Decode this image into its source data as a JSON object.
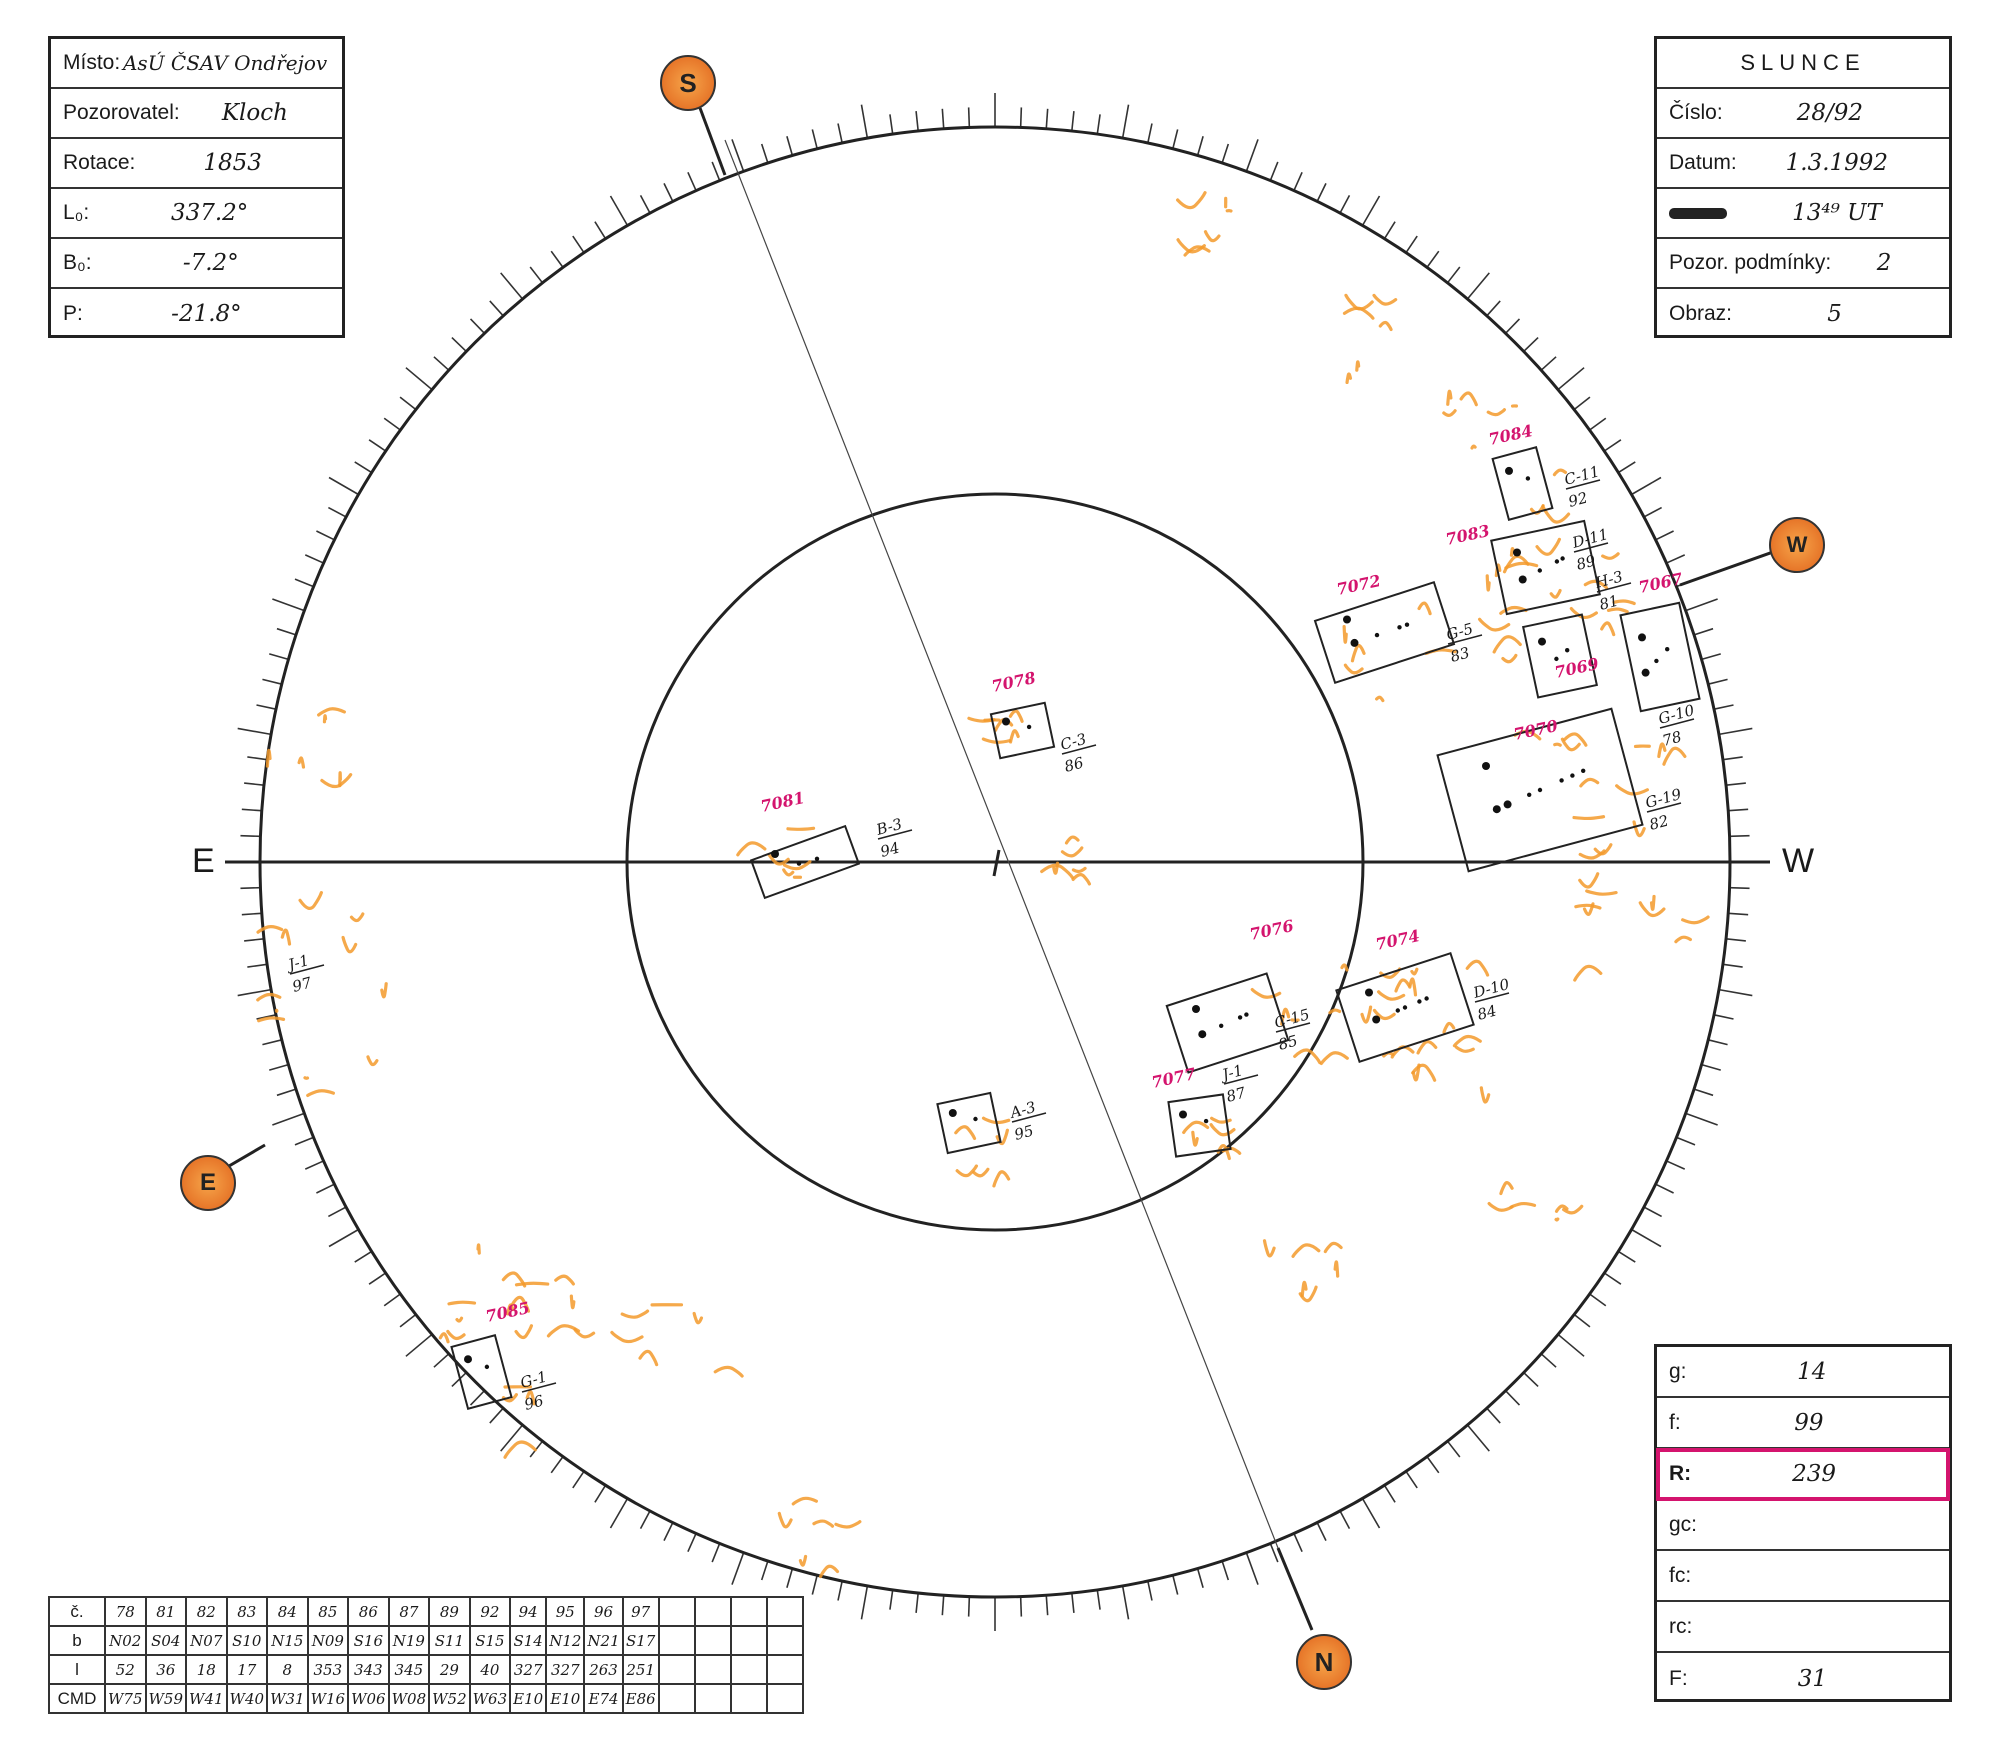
{
  "info_left": {
    "misto_label": "Místo:",
    "misto_value": "AsÚ ČSAV Ondřejov",
    "pozorovatel_label": "Pozorovatel:",
    "pozorovatel_value": "Kloch",
    "rotace_label": "Rotace:",
    "rotace_value": "1853",
    "l0_label": "L₀:",
    "l0_value": "337.2°",
    "b0_label": "B₀:",
    "b0_value": "-7.2°",
    "p_label": "P:",
    "p_value": "-21.8°"
  },
  "info_right": {
    "title": "SLUNCE",
    "cislo_label": "Číslo:",
    "cislo_value": "28/92",
    "datum_label": "Datum:",
    "datum_value": "1.3.1992",
    "cas_value": "13⁴⁹ UT",
    "podminky_label": "Pozor. podmínky:",
    "podminky_value": "2",
    "obraz_label": "Obraz:",
    "obraz_value": "5"
  },
  "stats": {
    "g_label": "g:",
    "g_value": "14",
    "f_label": "f:",
    "f_value": "99",
    "r_label": "R:",
    "r_value": "239",
    "gc_label": "gc:",
    "gc_value": "",
    "fc_label": "fc:",
    "fc_value": "",
    "rc_label": "rc:",
    "rc_value": "",
    "F_label": "F:",
    "F_value": "31"
  },
  "compass": {
    "top": "S",
    "bottom": "N",
    "right": "W",
    "left": "E",
    "axis_left": "E",
    "axis_right": "W",
    "badge_color": "#f28a2e"
  },
  "groups_table": {
    "labels": [
      "č.",
      "b",
      "l",
      "CMD"
    ],
    "c": [
      "78",
      "81",
      "82",
      "83",
      "84",
      "85",
      "86",
      "87",
      "89",
      "92",
      "94",
      "95",
      "96",
      "97",
      "",
      "",
      "",
      ""
    ],
    "b": [
      "N02",
      "S04",
      "N07",
      "S10",
      "N15",
      "N09",
      "S16",
      "N19",
      "S11",
      "S15",
      "S14",
      "N12",
      "N21",
      "S17",
      "",
      "",
      "",
      ""
    ],
    "l": [
      "52",
      "36",
      "18",
      "17",
      "8",
      "353",
      "343",
      "345",
      "29",
      "40",
      "327",
      "327",
      "263",
      "251",
      "",
      "",
      "",
      ""
    ],
    "cmd": [
      "W75",
      "W59",
      "W41",
      "W40",
      "W31",
      "W16",
      "W06",
      "W08",
      "W52",
      "W63",
      "E10",
      "E10",
      "E74",
      "E86",
      "",
      "",
      "",
      ""
    ]
  },
  "groups": [
    {
      "noaa": "7078",
      "class": "C-3",
      "num": "86"
    },
    {
      "noaa": "7081",
      "class": "B-3",
      "num": "94"
    },
    {
      "noaa": "7072",
      "class": "G-5",
      "num": "83"
    },
    {
      "noaa": "7084",
      "class": "C-11",
      "num": "92"
    },
    {
      "noaa": "7083",
      "class": "D-11",
      "num": "89"
    },
    {
      "noaa": "7069",
      "class": "H-3",
      "num": "81"
    },
    {
      "noaa": "7067",
      "class": "G-10",
      "num": "78"
    },
    {
      "noaa": "7070",
      "class": "G-19",
      "num": "82"
    },
    {
      "noaa": "7076",
      "class": "C-15",
      "num": "85"
    },
    {
      "noaa": "7074",
      "class": "D-10",
      "num": "84"
    },
    {
      "noaa": "7077",
      "class": "J-1",
      "num": "87"
    },
    {
      "noaa": "",
      "class": "A-3",
      "num": "95"
    },
    {
      "noaa": "7085",
      "class": "G-1",
      "num": "96"
    },
    {
      "noaa": "",
      "class": "J-1",
      "num": "97"
    }
  ],
  "colors": {
    "facula": "#f39a2b",
    "noaa": "#d4146e",
    "ink": "#1a1a1a"
  }
}
